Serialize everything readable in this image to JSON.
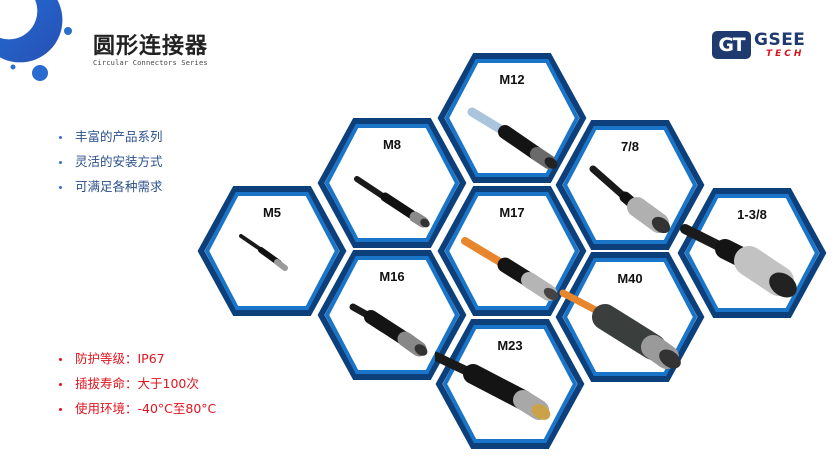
{
  "header": {
    "title": "圆形连接器",
    "subtitle": "Circular Connectors Series"
  },
  "logo": {
    "mark": "GT",
    "name_top": "GSEE",
    "name_bottom": "TECH",
    "colors": {
      "navy": "#1f3a6e",
      "red": "#d0161f"
    }
  },
  "features": [
    {
      "text": "丰富的产品系列"
    },
    {
      "text": "灵活的安装方式"
    },
    {
      "text": "可满足各种需求"
    }
  ],
  "specs": [
    {
      "text": "防护等级：IP67"
    },
    {
      "text": "插拔寿命：大于100次"
    },
    {
      "text": "使用环境：-40°C至80°C"
    }
  ],
  "connectors": [
    {
      "label": "M5",
      "cable_color": "#1a1a1a"
    },
    {
      "label": "M8",
      "cable_color": "#1a1a1a"
    },
    {
      "label": "M12",
      "cable_color": "#a9c4dc"
    },
    {
      "label": "M16",
      "cable_color": "#1a1a1a"
    },
    {
      "label": "M17",
      "cable_color": "#e8862e"
    },
    {
      "label": "7/8",
      "cable_color": "#1a1a1a"
    },
    {
      "label": "M40",
      "cable_color": "#e8862e"
    },
    {
      "label": "M23",
      "cable_color": "#1a1a1a"
    },
    {
      "label": "1-3/8",
      "cable_color": "#1a1a1a"
    }
  ],
  "colors": {
    "hex_border_light": "#1a74c8",
    "hex_border_dark": "#0d3f7a",
    "feature_text": "#2b4f8a",
    "spec_text": "#e0141e"
  }
}
